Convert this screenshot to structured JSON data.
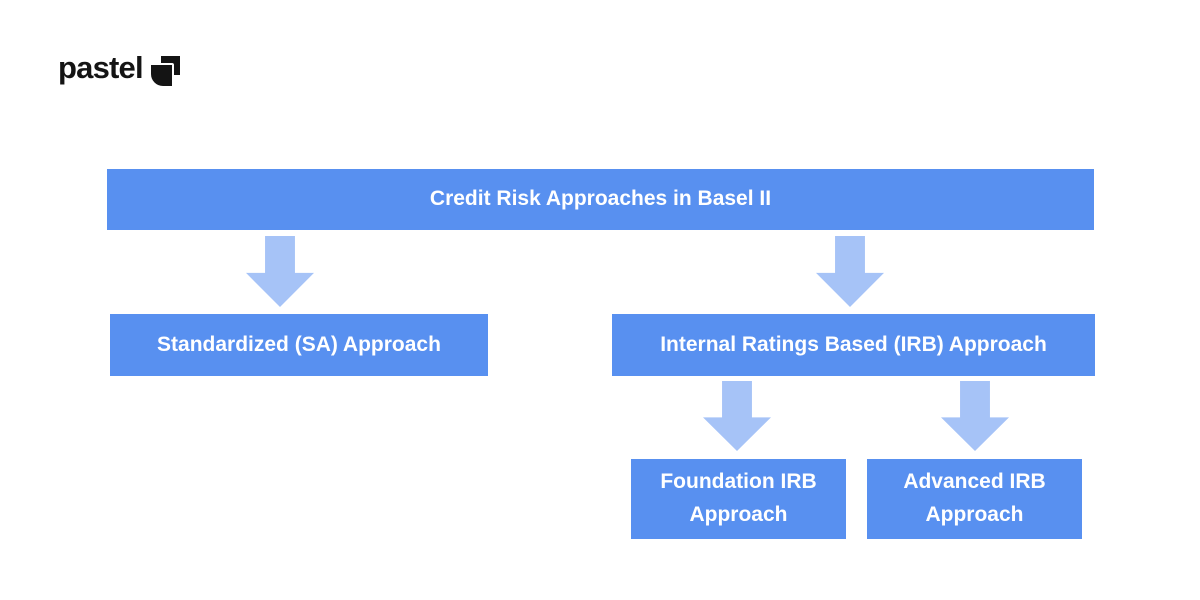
{
  "brand": {
    "name": "pastel",
    "icon": "pastel-logo-icon"
  },
  "colors": {
    "background": "#ffffff",
    "node_fill": "#5890F0",
    "arrow_fill": "#A6C3F7",
    "node_text": "#ffffff",
    "logo": "#141414"
  },
  "diagram": {
    "type": "hierarchy-flowchart",
    "title": "Credit Risk Approaches in Basel II",
    "nodes": {
      "root": {
        "label": "Credit Risk Approaches in Basel II"
      },
      "sa": {
        "label": "Standardized (SA) Approach"
      },
      "irb": {
        "label": "Internal Ratings Based (IRB) Approach"
      },
      "firb": {
        "label": "Foundation IRB Approach"
      },
      "airb": {
        "label": "Advanced IRB Approach"
      }
    },
    "edges": [
      {
        "from": "root",
        "to": "sa"
      },
      {
        "from": "root",
        "to": "irb"
      },
      {
        "from": "irb",
        "to": "firb"
      },
      {
        "from": "irb",
        "to": "airb"
      }
    ]
  }
}
